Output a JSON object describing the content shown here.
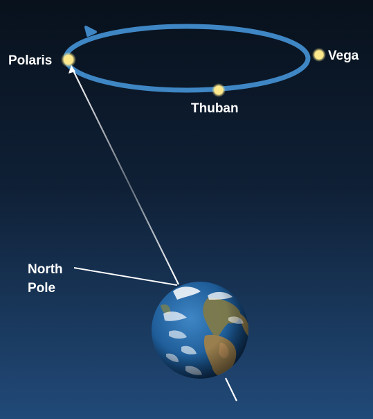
{
  "labels": {
    "polaris": "Polaris",
    "vega": "Vega",
    "thuban": "Thuban",
    "north_pole_line1": "North",
    "north_pole_line2": "Pole"
  },
  "colors": {
    "background_top": "#09131f",
    "background_bottom": "#1e4470",
    "orbit_ring": "#3f86c4",
    "orbit_arrow": "#3f86c4",
    "star": "#fde98c",
    "axis_line": "#ffffff",
    "label_text": "#ffffff",
    "ocean": "#1f5f9a",
    "land": "#8c7a4f",
    "clouds": "#ffffff"
  },
  "icons": {
    "earth": "earth-globe-icon",
    "star": "star-dot-icon",
    "arrow": "arrowhead-icon"
  }
}
